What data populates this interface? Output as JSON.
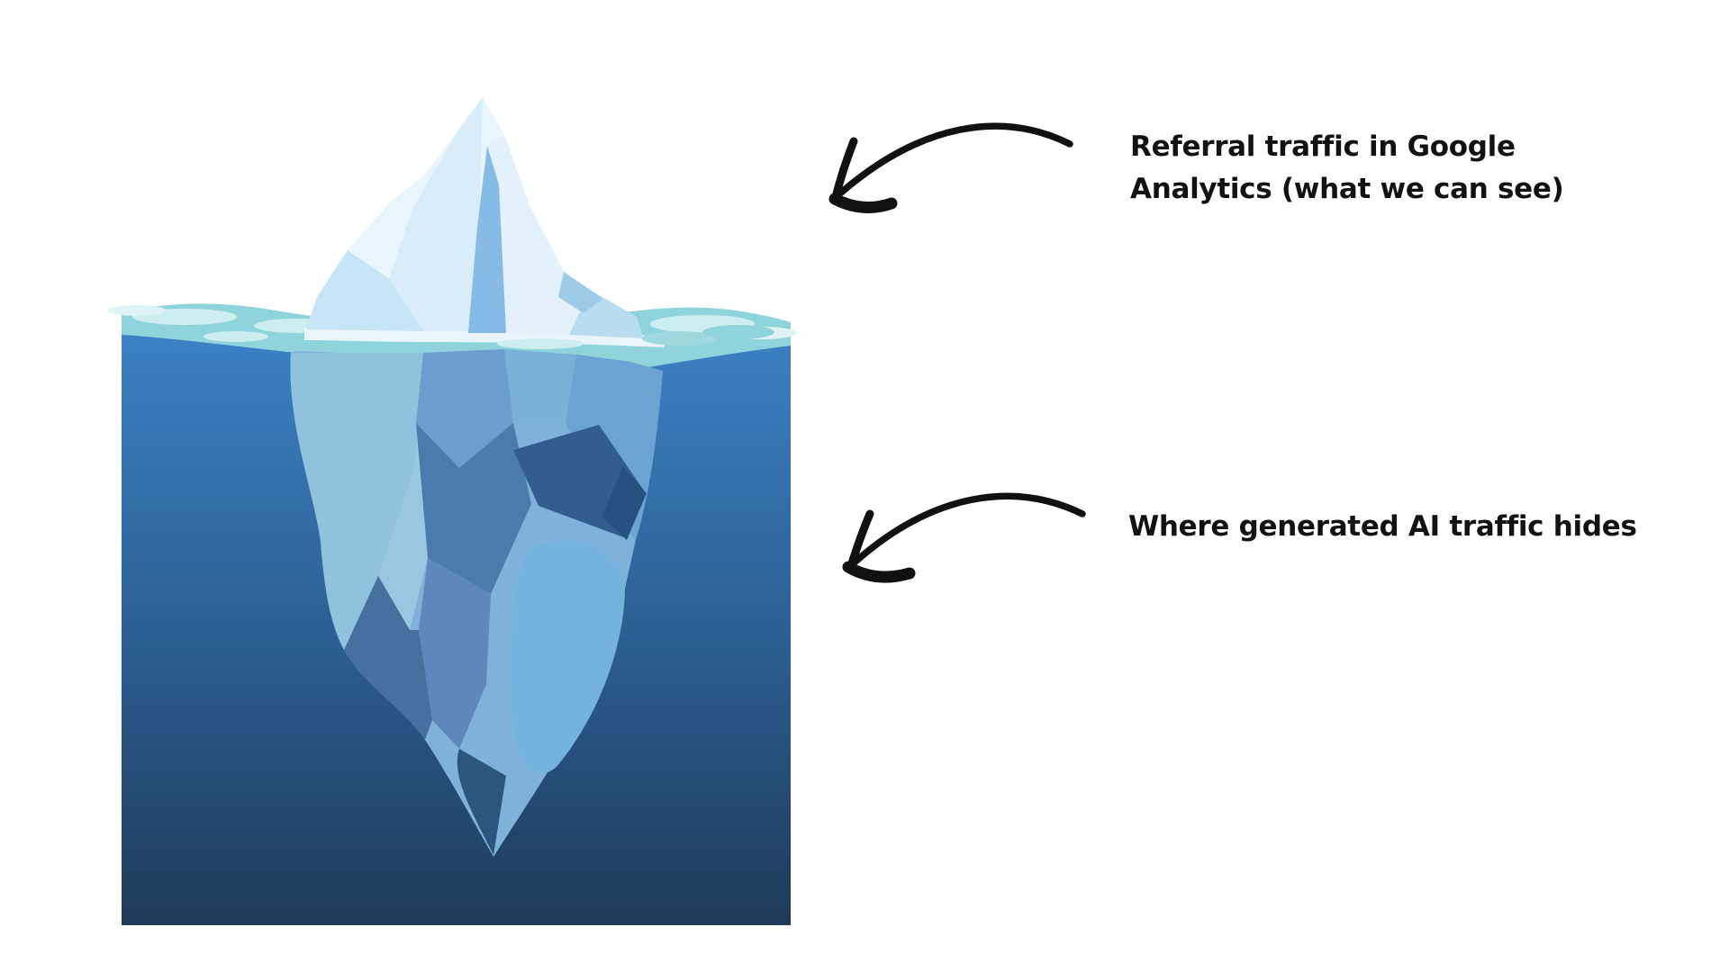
{
  "annotations": {
    "above": {
      "label": "Referral traffic in Google Analytics (what we can see)"
    },
    "below": {
      "label": "Where generated AI traffic hides"
    }
  },
  "icons": {
    "arrow_above": "curved-arrow-pointing-down-left",
    "arrow_below": "curved-arrow-pointing-down-left"
  },
  "palette": {
    "background": "#ffffff",
    "ink": "#111111",
    "water_top": "#3b80c2",
    "water_mid": "#2a5c8e",
    "water_deep": "#1e3a58",
    "band_base": "#8fd4dd",
    "band_light": "#cdeef1",
    "band_lighter": "#ddf3f5",
    "sliver": "#e8f6fb",
    "sliver_blob": "#9fd8df",
    "ice_base": "#e9f5fc",
    "ice_face_right": "#e2f1fa",
    "ice_face_1": "#d8edf9",
    "ice_face_2": "#c6e5f6",
    "ice_streak": "#86bbe5",
    "ice_right_low": "#b9dcf1",
    "ice_notch": "#9fcbe9",
    "berg_base": "#7fb2d8",
    "berg_light": "#8fc2dd",
    "berg_lighter": "#98c8e0",
    "berg_top_center": "#6b9dce",
    "berg_top_right": "#7bb0d7",
    "berg_right": "#6ba3d2",
    "berg_slate": "#4a7bad",
    "berg_dark": "#315e8c",
    "berg_darker": "#27517e",
    "berg_column": "#5c88bb",
    "berg_glow": "#74b4dc",
    "berg_shadow": "#2d567f",
    "berg_left_shade": "#44719d"
  }
}
